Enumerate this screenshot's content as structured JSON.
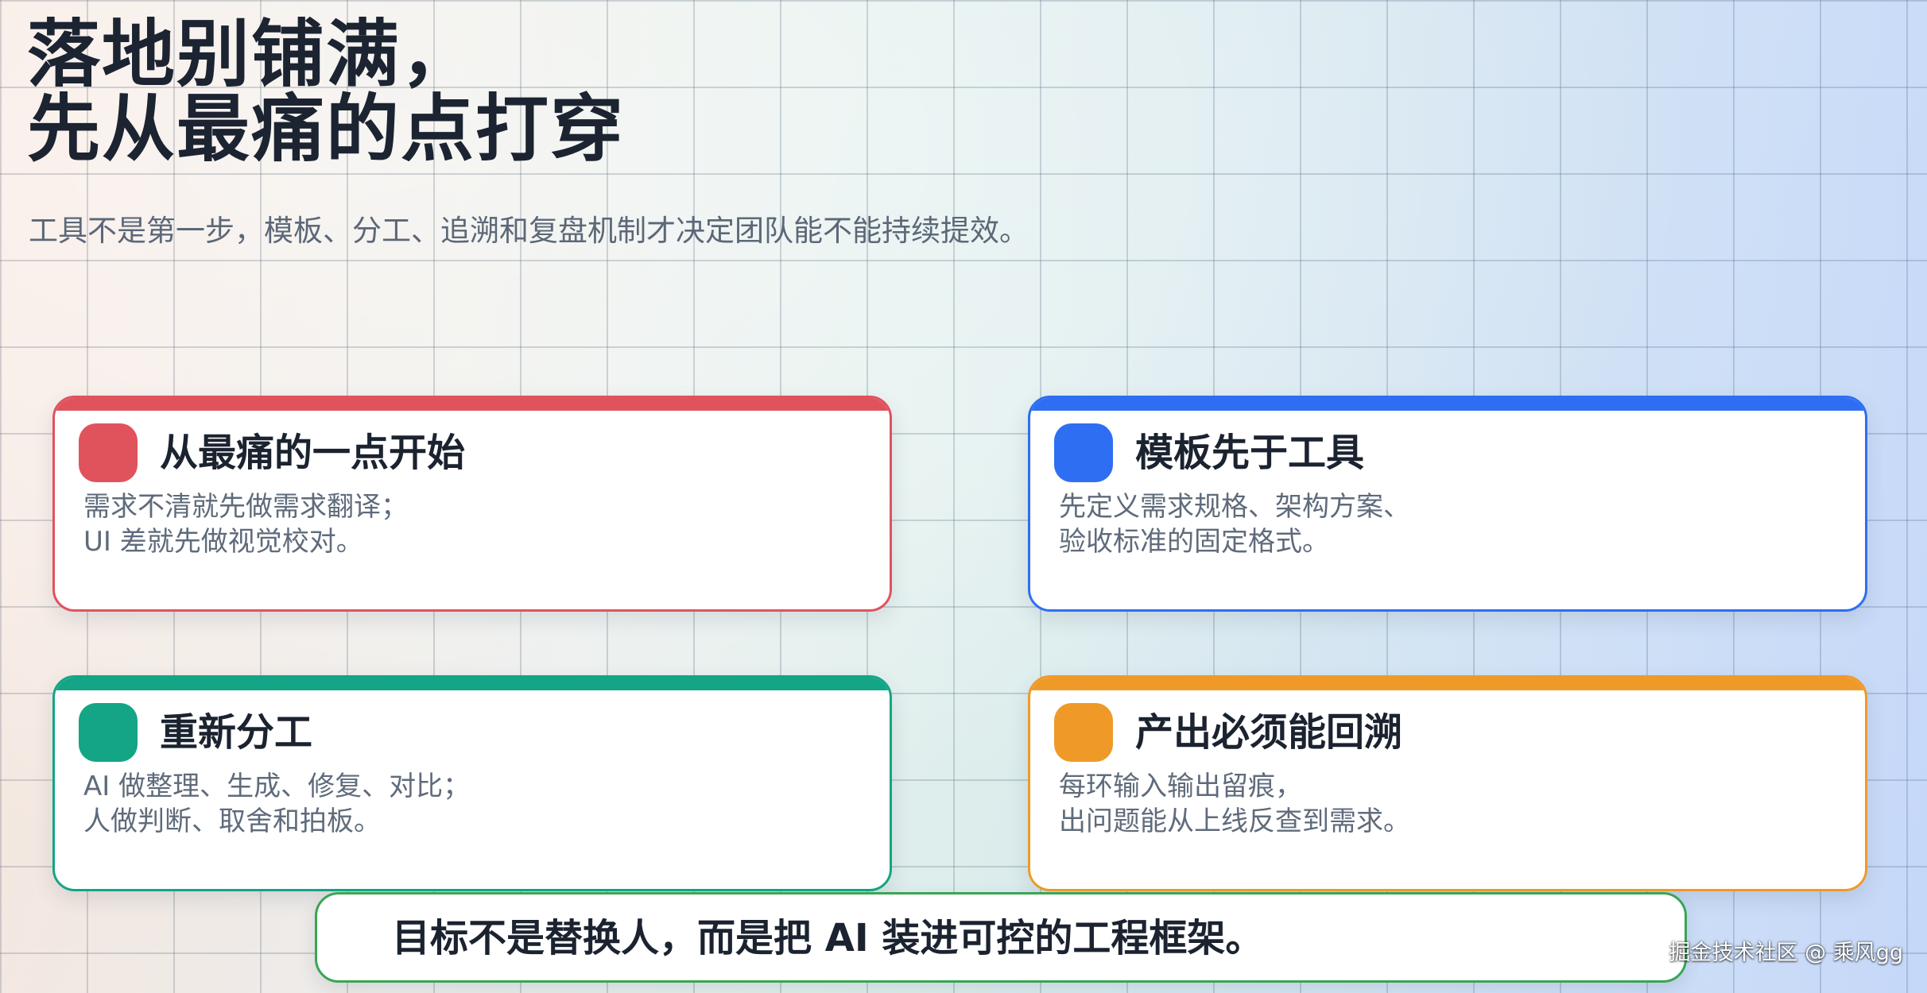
{
  "header": {
    "title_line1": "落地别铺满，",
    "title_line2": "先从最痛的点打穿",
    "subtitle": "工具不是第一步，模板、分工、追溯和复盘机制才决定团队能不能持续提效。"
  },
  "cards": [
    {
      "title": "从最痛的一点开始",
      "desc_line1": "需求不清就先做需求翻译；",
      "desc_line2": "UI 差就先做视觉校对。",
      "color": "#e0535d"
    },
    {
      "title": "模板先于工具",
      "desc_line1": "先定义需求规格、架构方案、",
      "desc_line2": "验收标准的固定格式。",
      "color": "#2e6ef2"
    },
    {
      "title": "重新分工",
      "desc_line1": "AI 做整理、生成、修复、对比；",
      "desc_line2": "人做判断、取舍和拍板。",
      "color": "#13a585"
    },
    {
      "title": "产出必须能回溯",
      "desc_line1": "每环输入输出留痕，",
      "desc_line2": "出问题能从上线反查到需求。",
      "color": "#ef9a28"
    }
  ],
  "goal": {
    "text": "目标不是替换人，而是把 AI 装进可控的工程框架。",
    "border_color": "#3aa553"
  },
  "watermark": {
    "text": "掘金技术社区 @ 乘风gg"
  }
}
